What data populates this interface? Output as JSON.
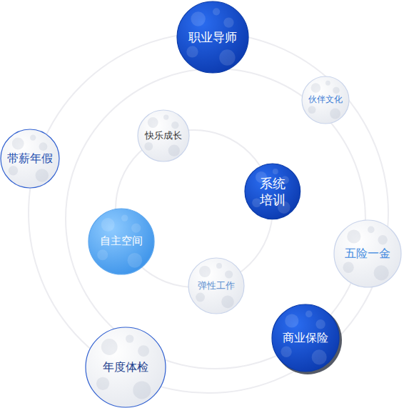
{
  "diagram": {
    "nodes": [
      {
        "text": [
          "职业导师"
        ]
      },
      {
        "text": [
          "伙伴文化"
        ]
      },
      {
        "text": [
          "带薪年假"
        ]
      },
      {
        "text": [
          "快乐成长"
        ]
      },
      {
        "text": [
          "系统 培训"
        ]
      },
      {
        "text": [
          "自主空间"
        ]
      },
      {
        "text": [
          "五险一金"
        ]
      },
      {
        "text": [
          "弹性工作"
        ]
      },
      {
        "text": [
          "商业保险"
        ]
      },
      {
        "text": [
          "年度体检"
        ]
      }
    ]
  }
}
